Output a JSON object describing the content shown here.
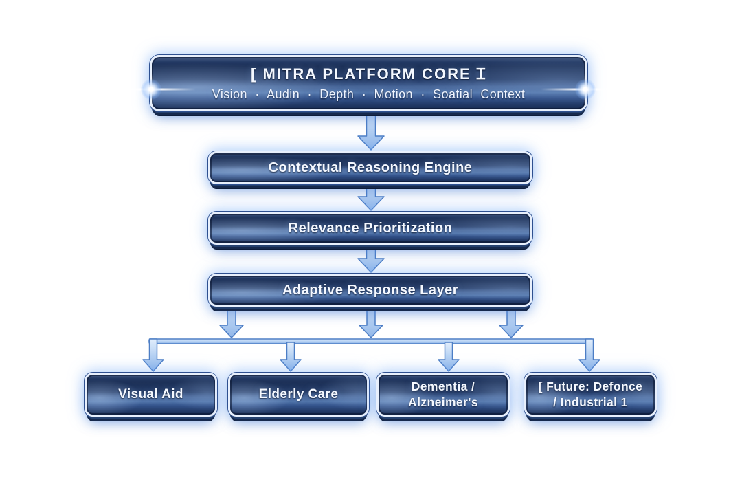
{
  "diagram": {
    "type": "flowchart",
    "background": "#ffffff",
    "colors": {
      "box_fill_dark": "#1d3158",
      "box_fill_light": "#4f72a7",
      "box_border": "#e7effc",
      "glow": "#6fa3ee",
      "arrow_fill": "#b7d2f3",
      "arrow_outline": "#4d7ec5",
      "text": "#f4f8ff"
    },
    "core": {
      "title": "[ MITRA PLATFORM CORE Ɪ",
      "subtitle": "Vision · Audin · Depth · Motion · Soatial Context"
    },
    "pipeline": [
      {
        "label": "Contextual Reasoning Engine"
      },
      {
        "label": "Relevance Prioritization"
      },
      {
        "label": "Adaptive Response Layer"
      }
    ],
    "branches": [
      {
        "label": "Visual Aid"
      },
      {
        "label": "Elderly Care"
      },
      {
        "label": "Dementia /\nAlzneimer's"
      },
      {
        "label": "[ Future: Defonce\n/ Industrial 1"
      }
    ],
    "edges": [
      {
        "from": "MITRA Platform Core",
        "to": "Contextual Reasoning Engine"
      },
      {
        "from": "Contextual Reasoning Engine",
        "to": "Relevance Prioritization"
      },
      {
        "from": "Relevance Prioritization",
        "to": "Adaptive Response Layer"
      },
      {
        "from": "Adaptive Response Layer",
        "to": "Visual Aid"
      },
      {
        "from": "Adaptive Response Layer",
        "to": "Elderly Care"
      },
      {
        "from": "Adaptive Response Layer",
        "to": "Dementia / Alzneimer's"
      },
      {
        "from": "Adaptive Response Layer",
        "to": "[ Future: Defonce / Industrial 1"
      }
    ]
  }
}
